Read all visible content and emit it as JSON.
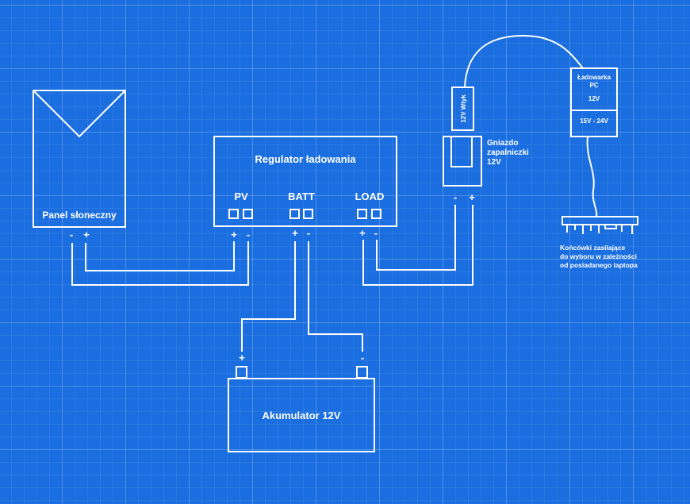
{
  "solar_panel": {
    "label": "Panel słoneczny",
    "minus": "-",
    "plus": "+"
  },
  "regulator": {
    "title": "Regulator ładowania",
    "pv": "PV",
    "batt": "BATT",
    "load": "LOAD",
    "pv_plus": "+",
    "pv_minus": "-",
    "batt_plus": "+",
    "batt_minus": "-",
    "load_plus": "+",
    "load_minus": "-"
  },
  "battery": {
    "label": "Akumulator 12V",
    "plus": "+",
    "minus": "-"
  },
  "plug": {
    "label": "12V Wtyk"
  },
  "socket": {
    "line1": "Gniazdo",
    "line2": "zapalniczki",
    "line3": "12V",
    "minus": "-",
    "plus": "+"
  },
  "charger": {
    "line1": "Ładowarka",
    "line2": "PC",
    "input": "12V",
    "output": "15V - 24V"
  },
  "tips": {
    "line1": "Końcówki zasilające",
    "line2": "do wyboru w zależności",
    "line3": "od posiadanego laptopa"
  },
  "colors": {
    "background": "#1a6ee0",
    "line": "#ffffff"
  }
}
